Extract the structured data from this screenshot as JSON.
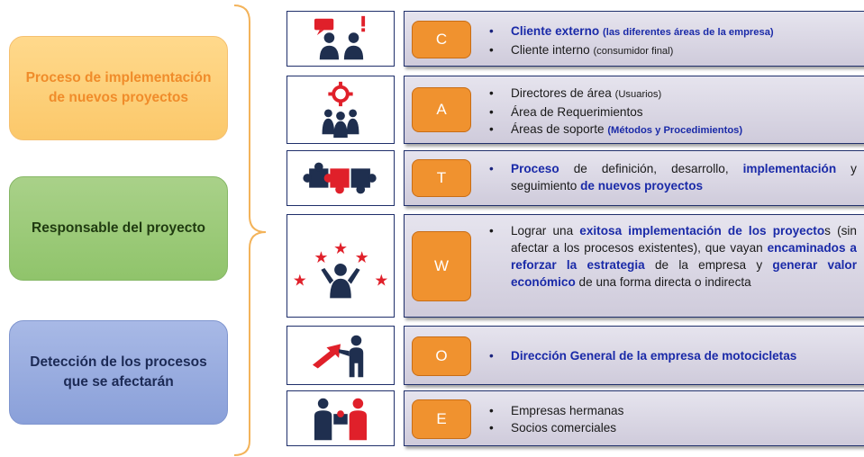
{
  "left_boxes": [
    {
      "text": "Proceso de implementación de nuevos proyectos"
    },
    {
      "text": "Responsable del proyecto"
    },
    {
      "text": "Detección de los procesos que se afectarán"
    }
  ],
  "rows": [
    {
      "letter": "C",
      "icon": "two-people-talking-icon",
      "items": [
        {
          "blue_bullet": true,
          "parts": [
            {
              "t": "Cliente externo ",
              "style": "hl"
            },
            {
              "t": "(las diferentes áreas de la empresa)",
              "style": "hl small"
            }
          ]
        },
        {
          "blue_bullet": false,
          "parts": [
            {
              "t": "Cliente interno ",
              "style": ""
            },
            {
              "t": "(consumidor final)",
              "style": "small"
            }
          ]
        }
      ]
    },
    {
      "letter": "A",
      "icon": "team-gear-icon",
      "items": [
        {
          "blue_bullet": false,
          "parts": [
            {
              "t": "Directores de área ",
              "style": ""
            },
            {
              "t": "(Usuarios)",
              "style": "small"
            }
          ]
        },
        {
          "blue_bullet": false,
          "parts": [
            {
              "t": "Área de Requerimientos",
              "style": ""
            }
          ]
        },
        {
          "blue_bullet": false,
          "parts": [
            {
              "t": "Áreas de soporte ",
              "style": ""
            },
            {
              "t": "(Métodos y Procedimientos)",
              "style": "hl small"
            }
          ]
        }
      ]
    },
    {
      "letter": "T",
      "icon": "puzzle-pieces-icon",
      "items": [
        {
          "blue_bullet": true,
          "parts": [
            {
              "t": "Proceso",
              "style": "hl"
            },
            {
              "t": " de definición, desarrollo, ",
              "style": ""
            },
            {
              "t": "implementación",
              "style": "hl"
            },
            {
              "t": " y seguimiento ",
              "style": ""
            },
            {
              "t": "de nuevos proyectos",
              "style": "hl"
            }
          ]
        }
      ]
    },
    {
      "letter": "W",
      "icon": "person-with-stars-icon",
      "items": [
        {
          "blue_bullet": false,
          "parts": [
            {
              "t": "Lograr una ",
              "style": ""
            },
            {
              "t": "exitosa implementación de los proyecto",
              "style": "hl"
            },
            {
              "t": "s (sin afectar a los procesos existentes), que vayan ",
              "style": ""
            },
            {
              "t": "encaminados a reforzar la estrategia",
              "style": "hl"
            },
            {
              "t": " de la empresa y ",
              "style": ""
            },
            {
              "t": "generar valor económico",
              "style": "hl"
            },
            {
              "t": " de una forma directa o indirecta",
              "style": ""
            }
          ]
        }
      ]
    },
    {
      "letter": "O",
      "icon": "person-pointing-arrow-icon",
      "items": [
        {
          "blue_bullet": true,
          "parts": [
            {
              "t": "Dirección General de la empresa de motocicletas",
              "style": "hl"
            }
          ]
        }
      ]
    },
    {
      "letter": "E",
      "icon": "two-people-puzzle-icon",
      "items": [
        {
          "blue_bullet": false,
          "parts": [
            {
              "t": "Empresas hermanas",
              "style": ""
            }
          ]
        },
        {
          "blue_bullet": false,
          "parts": [
            {
              "t": "Socios comerciales",
              "style": ""
            }
          ]
        }
      ]
    }
  ],
  "colors": {
    "accent_orange": "#f0922f",
    "highlight_blue": "#1a2aa8",
    "icon_navy": "#1f2f4f",
    "icon_red": "#e0202a"
  }
}
